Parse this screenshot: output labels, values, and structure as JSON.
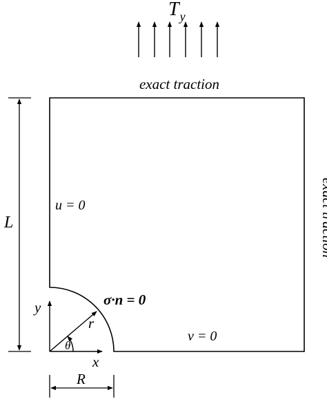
{
  "load": {
    "symbol": "T",
    "subscript": "y"
  },
  "top_edge_label": "exact traction",
  "right_edge_label": "exact traction",
  "left_bc": "u = 0",
  "bottom_bc": "v = 0",
  "hole_bc": "σ·n = 0",
  "dimensions": {
    "height_label": "L",
    "radius_label": "R"
  },
  "coords": {
    "x_label": "x",
    "y_label": "y",
    "r_label": "r",
    "theta_label": "θ"
  },
  "colors": {
    "ink": "#000000",
    "background": "#ffffff"
  }
}
